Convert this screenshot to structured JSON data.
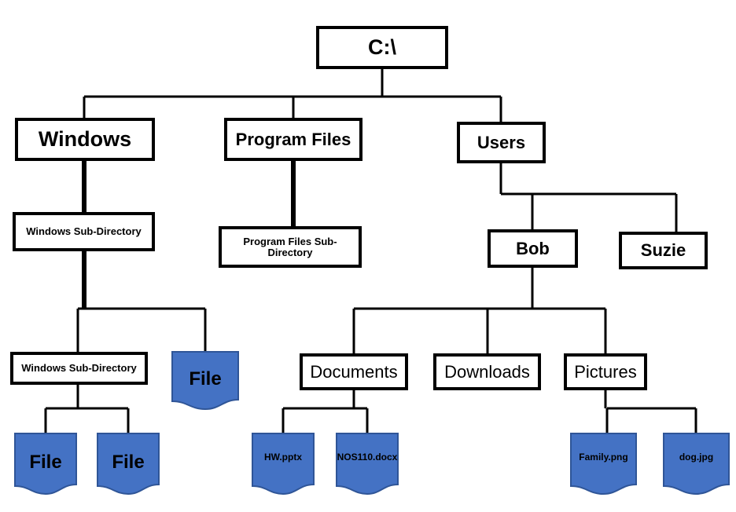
{
  "diagram": {
    "title": "Windows File System Directory Tree",
    "type": "tree",
    "colors": {
      "file_fill": "#4472C4",
      "file_stroke": "#2F5597",
      "folder_fill": "#FFFFFF",
      "folder_stroke": "#000000",
      "line": "#000000",
      "background": "#FFFFFF"
    }
  },
  "nodes": {
    "root": {
      "label": "C:\\",
      "kind": "folder"
    },
    "windows": {
      "label": "Windows",
      "kind": "folder"
    },
    "program_files": {
      "label": "Program Files",
      "kind": "folder"
    },
    "users": {
      "label": "Users",
      "kind": "folder"
    },
    "windows_sub_1": {
      "label": "Windows Sub-Directory",
      "kind": "folder"
    },
    "program_files_sub": {
      "label": "Program Files Sub-Directory",
      "kind": "folder"
    },
    "bob": {
      "label": "Bob",
      "kind": "folder"
    },
    "suzie": {
      "label": "Suzie",
      "kind": "folder"
    },
    "windows_sub_2": {
      "label": "Windows Sub-Directory",
      "kind": "folder"
    },
    "file_windows_sub_sibling": {
      "label": "File",
      "kind": "file"
    },
    "documents": {
      "label": "Documents",
      "kind": "folder"
    },
    "downloads": {
      "label": "Downloads",
      "kind": "folder"
    },
    "pictures": {
      "label": "Pictures",
      "kind": "folder"
    },
    "file_win_a": {
      "label": "File",
      "kind": "file"
    },
    "file_win_b": {
      "label": "File",
      "kind": "file"
    },
    "hw_pptx": {
      "label": "HW.pptx",
      "kind": "file"
    },
    "nos110_docx": {
      "label": "NOS110.docx",
      "kind": "file"
    },
    "family_png": {
      "label": "Family.png",
      "kind": "file"
    },
    "dog_jpg": {
      "label": "dog.jpg",
      "kind": "file"
    }
  },
  "edges": [
    {
      "from": "root",
      "to": "windows"
    },
    {
      "from": "root",
      "to": "program_files"
    },
    {
      "from": "root",
      "to": "users"
    },
    {
      "from": "windows",
      "to": "windows_sub_1"
    },
    {
      "from": "program_files",
      "to": "program_files_sub"
    },
    {
      "from": "users",
      "to": "bob"
    },
    {
      "from": "users",
      "to": "suzie"
    },
    {
      "from": "windows_sub_1",
      "to": "windows_sub_2"
    },
    {
      "from": "windows_sub_1",
      "to": "file_windows_sub_sibling"
    },
    {
      "from": "windows_sub_2",
      "to": "file_win_a"
    },
    {
      "from": "windows_sub_2",
      "to": "file_win_b"
    },
    {
      "from": "bob",
      "to": "documents"
    },
    {
      "from": "bob",
      "to": "downloads"
    },
    {
      "from": "bob",
      "to": "pictures"
    },
    {
      "from": "documents",
      "to": "hw_pptx"
    },
    {
      "from": "documents",
      "to": "nos110_docx"
    },
    {
      "from": "pictures",
      "to": "family_png"
    },
    {
      "from": "pictures",
      "to": "dog_jpg"
    }
  ]
}
